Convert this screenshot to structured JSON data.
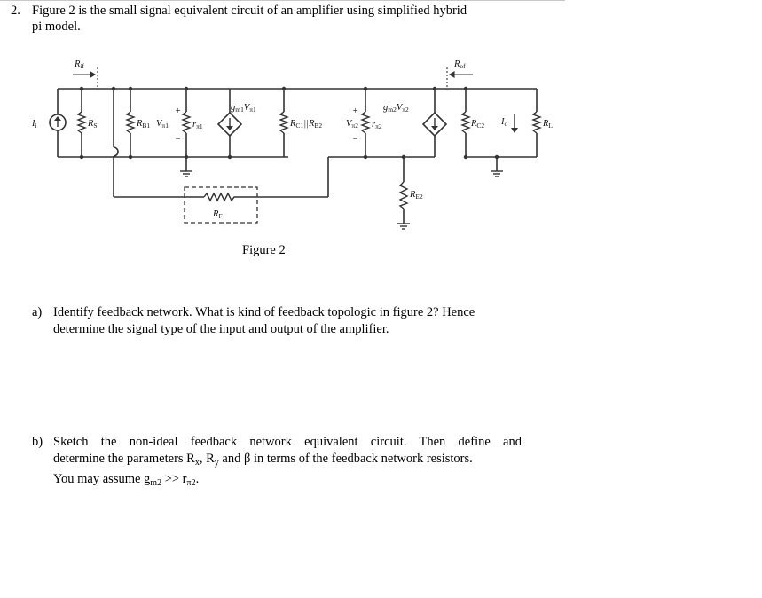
{
  "question": {
    "number": "2.",
    "line1": "Figure 2 is the small signal equivalent circuit of an amplifier using simplified hybrid",
    "line2": "pi model."
  },
  "figure": {
    "caption": "Figure 2",
    "labels": {
      "Rif": "R",
      "Rif_sub": "if",
      "Rof": "R",
      "Rof_sub": "of",
      "Ii": "I",
      "Ii_sub": "i",
      "Rs": "R",
      "Rs_sub": "S",
      "RB1": "R",
      "RB1_sub": "B1",
      "Vpi1": "V",
      "Vpi1_sub": "π1",
      "rpi1": "r",
      "rpi1_sub": "π1",
      "gm1": "g",
      "gm1_sub": "m1",
      "gm1V": "V",
      "gm1V_sub": "π1",
      "RC1": "R",
      "RC1_sub": "C1",
      "RB2": "R",
      "RB2_sub": "B2",
      "parallel": "||",
      "Vpi2": "V",
      "Vpi2_sub": "π2",
      "rpi2": "r",
      "rpi2_sub": "π2",
      "gm2": "g",
      "gm2_sub": "m2",
      "gm2V": "V",
      "gm2V_sub": "π2",
      "RC2": "R",
      "RC2_sub": "C2",
      "Io": "I",
      "Io_sub": "o",
      "RL": "R",
      "RL_sub": "L",
      "RE2": "R",
      "RE2_sub": "E2",
      "RF": "R",
      "RF_sub": "F",
      "plus": "+",
      "minus": "−"
    }
  },
  "part_a": {
    "label": "a)",
    "line1": "Identify feedback network. What is kind of feedback topologic in figure 2? Hence",
    "line2": "determine the signal type of the input and output of the amplifier."
  },
  "part_b": {
    "label": "b)",
    "line1": "Sketch the non-ideal feedback network equivalent circuit. Then define and",
    "line2_a": "determine the parameters R",
    "line2_x": "x",
    "line2_b": ", R",
    "line2_y": "y",
    "line2_c": " and β in terms of the feedback network resistors.",
    "line3_a": "You may assume g",
    "line3_m2": "m2",
    "line3_b": " >> r",
    "line3_pi2": "π2",
    "line3_c": "."
  }
}
